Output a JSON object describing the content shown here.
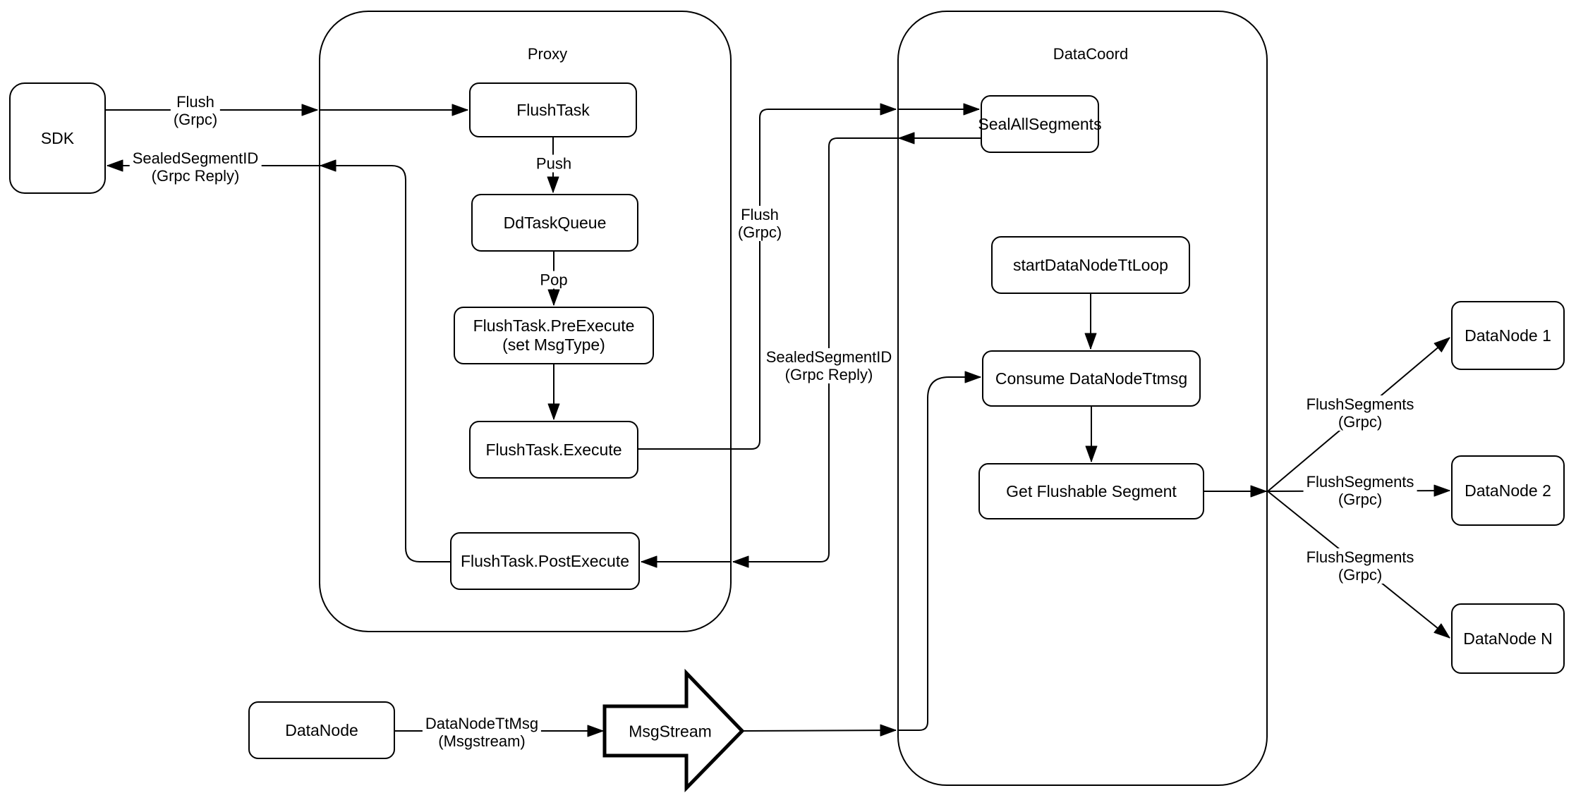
{
  "colors": {
    "stroke": "#000000",
    "background": "#ffffff"
  },
  "containers": {
    "proxy": "Proxy",
    "datacoord": "DataCoord"
  },
  "nodes": {
    "sdk": "SDK",
    "flush_task": "FlushTask",
    "dd_task_queue": "DdTaskQueue",
    "pre_execute": {
      "line1": "FlushTask.PreExecute",
      "line2": "(set MsgType)"
    },
    "execute": "FlushTask.Execute",
    "post_execute": "FlushTask.PostExecute",
    "seal_all_segments": "SealAllSegments",
    "start_datanode_tt_loop": "startDataNodeTtLoop",
    "consume_datanode_ttmsg": "Consume DataNodeTtmsg",
    "get_flushable_segment": "Get Flushable Segment",
    "datanode_1": "DataNode 1",
    "datanode_2": "DataNode 2",
    "datanode_n": "DataNode N",
    "datanode": "DataNode",
    "msgstream": "MsgStream"
  },
  "edge_labels": {
    "flush_to_proxy": {
      "line1": "Flush",
      "line2": "(Grpc)"
    },
    "sealed_to_sdk": {
      "line1": "SealedSegmentID",
      "line2": "(Grpc Reply)"
    },
    "push": "Push",
    "pop": "Pop",
    "flush_to_datacoord": {
      "line1": "Flush",
      "line2": "(Grpc)"
    },
    "sealed_to_proxy": {
      "line1": "SealedSegmentID",
      "line2": "(Grpc Reply)"
    },
    "flush_segments_1": {
      "line1": "FlushSegments",
      "line2": "(Grpc)"
    },
    "flush_segments_2": {
      "line1": "FlushSegments",
      "line2": "(Grpc)"
    },
    "flush_segments_3": {
      "line1": "FlushSegments",
      "line2": "(Grpc)"
    },
    "datanode_ttmsg": {
      "line1": "DataNodeTtMsg",
      "line2": "(Msgstream)"
    }
  }
}
